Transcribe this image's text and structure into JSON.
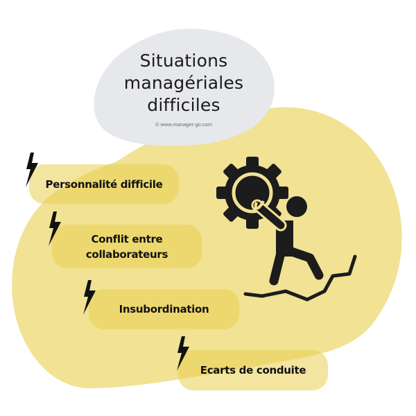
{
  "title": {
    "lines": [
      "Situations",
      "managériales",
      "difficiles"
    ],
    "copyright": "© www.manager-go.com"
  },
  "items": [
    {
      "label": "Personnalité difficile",
      "icon": "lightning-bolt-icon"
    },
    {
      "label": "Conflit entre collaborateurs",
      "label_lines": [
        "Conflit entre",
        "collaborateurs"
      ],
      "icon": "lightning-bolt-icon"
    },
    {
      "label": "Insubordination",
      "icon": "lightning-bolt-icon"
    },
    {
      "label": "Ecarts de conduite",
      "icon": "lightning-bolt-icon"
    }
  ],
  "illustration": {
    "icon": "person-pushing-gear-on-cracked-ground-icon"
  },
  "colors": {
    "background": "#FFFFFF",
    "gray_blob": "#E6E8EC",
    "yellow_blob": "#F1E294",
    "pill": "#EAD050",
    "text": "#111111",
    "icon": "#1C1C1C"
  }
}
